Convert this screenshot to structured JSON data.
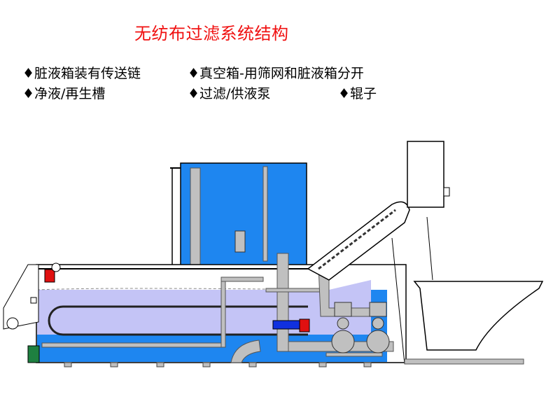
{
  "title": "无纺布过滤系统结构",
  "bullets": [
    "♦脏液箱装有传送链",
    "♦真空箱-用筛网和脏液箱分开",
    "♦净液/再生槽",
    "♦过滤/供液泵",
    "♦辊子"
  ],
  "colors": {
    "title": "#f01010",
    "clean_liquid": "#1e86f0",
    "dirty_liquid": "#c4c4f6",
    "pipe": "#c0c0c0",
    "valve": "#e01010"
  }
}
